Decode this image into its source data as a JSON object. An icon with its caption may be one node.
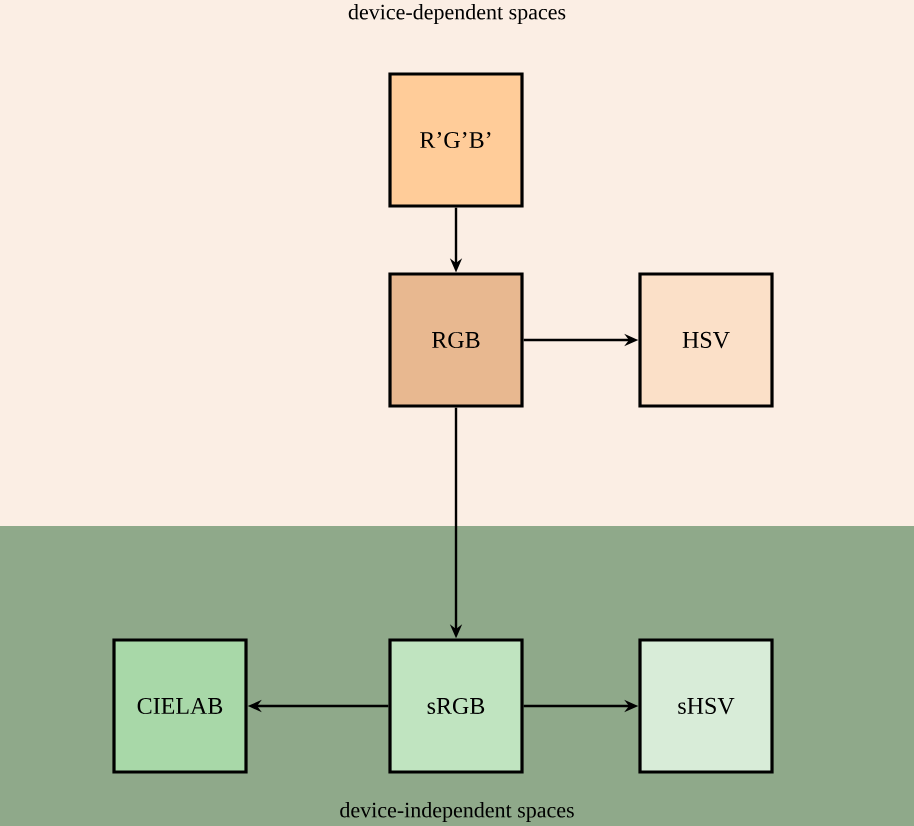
{
  "diagram": {
    "nodes": [
      {
        "text": [
          "device-dependent spaces"
        ]
      },
      {
        "text": [
          "R’G’B’"
        ],
        "in": 0
      },
      {
        "text": [
          "RGB"
        ],
        "in": 0
      },
      {
        "text": [
          "HSV"
        ],
        "in": 0
      },
      {
        "text": [
          "device-independent spaces"
        ]
      },
      {
        "text": [
          "CIELAB"
        ],
        "in": 4
      },
      {
        "text": [
          "sRGB"
        ],
        "in": 4
      },
      {
        "text": [
          "sHSV"
        ],
        "in": 4
      }
    ],
    "edges": [
      {
        "from": 1,
        "to": 2,
        "arrow": "to"
      },
      {
        "from": 2,
        "to": 3,
        "arrow": "to"
      },
      {
        "from": 2,
        "to": 6,
        "arrow": "to"
      },
      {
        "from": 6,
        "to": 5,
        "arrow": "to"
      },
      {
        "from": 6,
        "to": 7,
        "arrow": "to"
      }
    ]
  }
}
